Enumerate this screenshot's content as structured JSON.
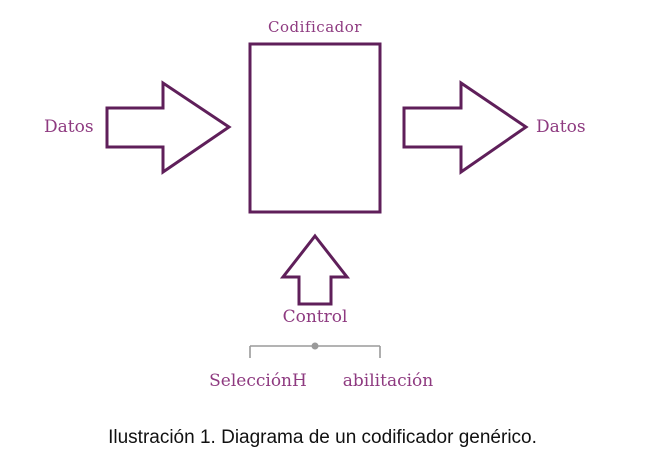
{
  "diagram": {
    "block_title": "Codificador",
    "input_label": "Datos",
    "output_label": "Datos",
    "control_label": "Control",
    "selection_label": "SelecciónH",
    "enable_label": "abilitación"
  },
  "caption": "Ilustración 1. Diagrama de un codificador genérico."
}
